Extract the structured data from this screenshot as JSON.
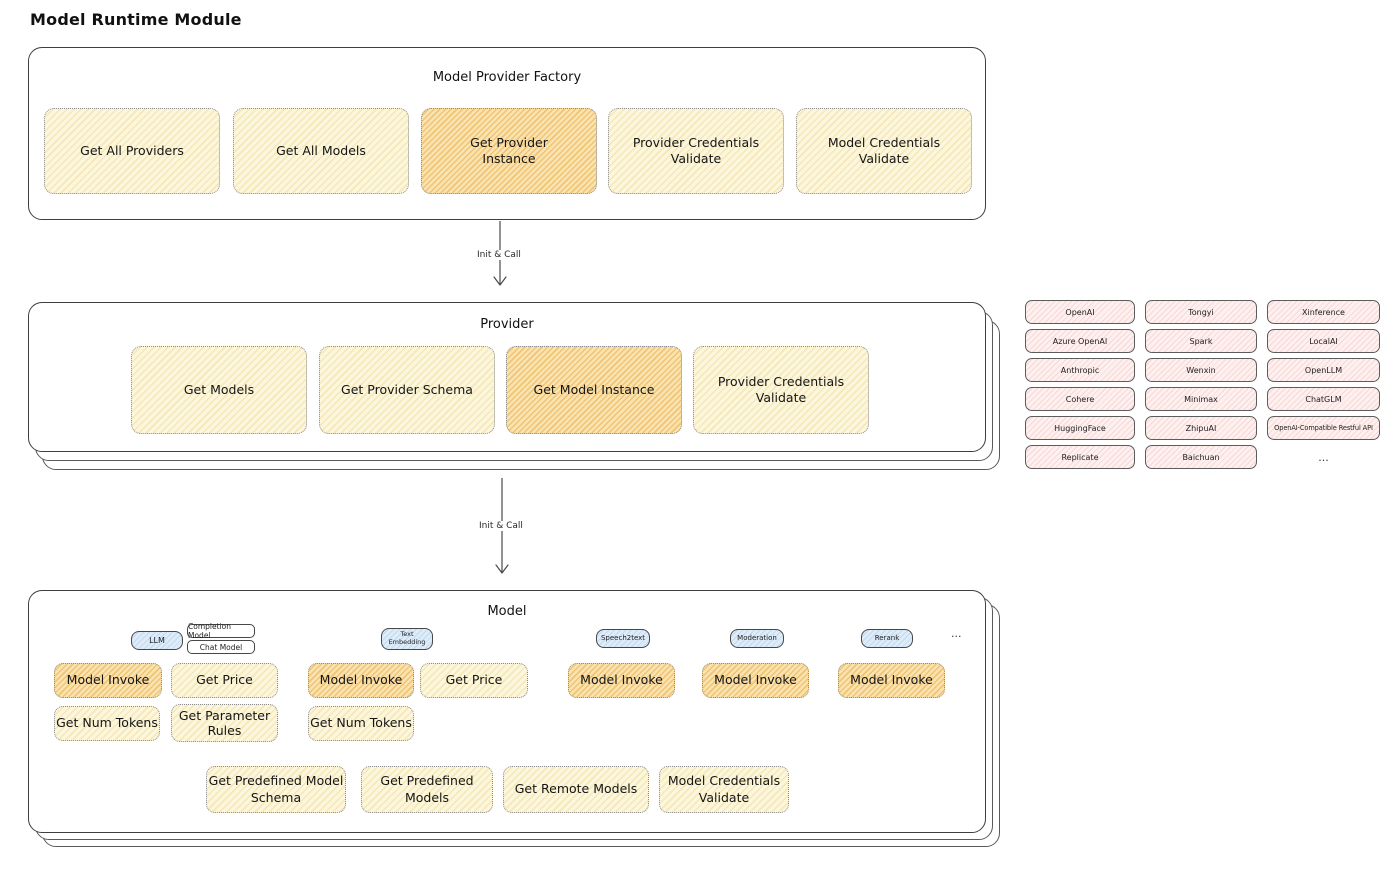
{
  "page_title": "Model Runtime Module",
  "colors": {
    "highlight_fill": "#f6c96f",
    "light_yellow_fill": "#fcf3d6",
    "provider_chip_fill": "#fbeaea",
    "tab_fill": "#ddecf8",
    "panel_border": "#3f3f3f"
  },
  "factory": {
    "title": "Model Provider Factory",
    "boxes": [
      {
        "label": "Get All Providers",
        "highlight": false
      },
      {
        "label": "Get All Models",
        "highlight": false
      },
      {
        "label": "Get Provider\nInstance",
        "highlight": true
      },
      {
        "label": "Provider Credentials\nValidate",
        "highlight": false
      },
      {
        "label": "Model Credentials\nValidate",
        "highlight": false
      }
    ]
  },
  "arrows": {
    "label1": "Init & Call",
    "label2": "Init & Call"
  },
  "provider": {
    "title": "Provider",
    "boxes": [
      {
        "label": "Get Models",
        "highlight": false
      },
      {
        "label": "Get Provider Schema",
        "highlight": false
      },
      {
        "label": "Get Model Instance",
        "highlight": true
      },
      {
        "label": "Provider Credentials\nValidate",
        "highlight": false
      }
    ]
  },
  "providers_panel": {
    "items": [
      "OpenAI",
      "Tongyi",
      "Xinference",
      "Azure OpenAI",
      "Spark",
      "LocalAI",
      "Anthropic",
      "Wenxin",
      "OpenLLM",
      "Cohere",
      "Minimax",
      "ChatGLM",
      "HuggingFace",
      "ZhipuAI",
      "OpenAI-Compatible Restful API",
      "Replicate",
      "Baichuan",
      "..."
    ]
  },
  "model": {
    "title": "Model",
    "tabs": {
      "llm": "LLM",
      "completion_model": "Completion Model",
      "chat_model": "Chat Model",
      "text_embedding": "Text\nEmbedding",
      "speech2text": "Speech2text",
      "moderation": "Moderation",
      "rerank": "Rerank",
      "more": "..."
    },
    "llm_actions": [
      {
        "label": "Model Invoke",
        "highlight": true
      },
      {
        "label": "Get Price",
        "highlight": false
      },
      {
        "label": "Get Num Tokens",
        "highlight": false
      },
      {
        "label": "Get Parameter\nRules",
        "highlight": false
      }
    ],
    "text_embedding_actions": [
      {
        "label": "Model Invoke",
        "highlight": true
      },
      {
        "label": "Get Price",
        "highlight": false
      },
      {
        "label": "Get Num Tokens",
        "highlight": false
      }
    ],
    "speech2text_actions": [
      {
        "label": "Model Invoke",
        "highlight": true
      }
    ],
    "moderation_actions": [
      {
        "label": "Model Invoke",
        "highlight": true
      }
    ],
    "rerank_actions": [
      {
        "label": "Model Invoke",
        "highlight": true
      }
    ],
    "common_actions": [
      {
        "label": "Get Predefined Model\nSchema",
        "highlight": false
      },
      {
        "label": "Get Predefined\nModels",
        "highlight": false
      },
      {
        "label": "Get Remote Models",
        "highlight": false
      },
      {
        "label": "Model Credentials\nValidate",
        "highlight": false
      }
    ]
  }
}
